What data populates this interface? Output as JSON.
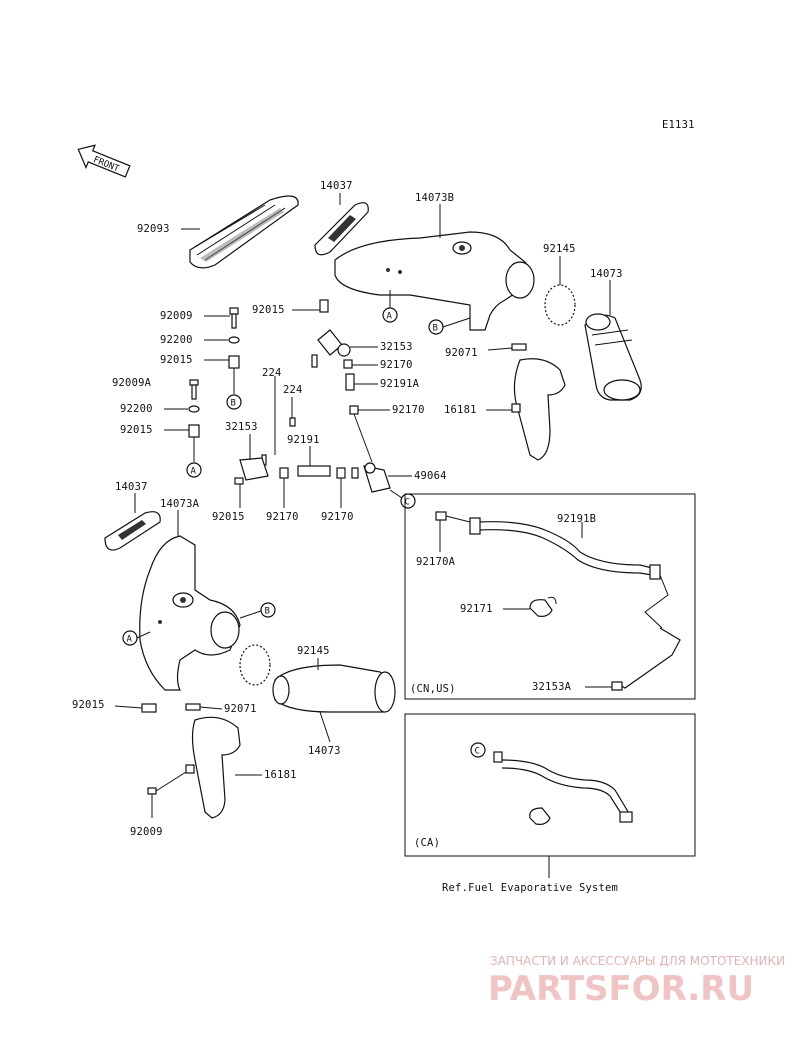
{
  "diagram_code": "E1131",
  "front_label": "FRONT",
  "callouts": {
    "n92093": "92093",
    "n14037_top": "14037",
    "n14073B": "14073B",
    "n92145_top": "92145",
    "n14073_top": "14073",
    "n92009_top": "92009",
    "n92015_upper": "92015",
    "n92200_top": "92200",
    "n92015_a": "92015",
    "n92009A": "92009A",
    "n92200_b": "92200",
    "n92015_b": "92015",
    "n32153_top": "32153",
    "n92170_a": "92170",
    "n92191A": "92191A",
    "n92170_b": "92170",
    "n92071_top": "92071",
    "n16181_top": "16181",
    "n224_a": "224",
    "n224_b": "224",
    "n32153_mid": "32153",
    "n92191": "92191",
    "n49064": "49064",
    "n92015_c": "92015",
    "n92170_c": "92170",
    "n92170_d": "92170",
    "n14037_left": "14037",
    "n14073A": "14073A",
    "n92015_left": "92015",
    "n92071_left": "92071",
    "n92145_bottom": "92145",
    "n14073_bottom": "14073",
    "n16181_bottom": "16181",
    "n92009_bottom": "92009",
    "n92170A": "92170A",
    "n92191B": "92191B",
    "n92171": "92171",
    "n32153A": "32153A"
  },
  "markers": {
    "A_top": "A",
    "B_top": "B",
    "B_side": "B",
    "A_side": "A",
    "A_left": "A",
    "B_left": "B",
    "C_main": "C",
    "C_box": "C"
  },
  "boxes": {
    "cn_us": "(CN,US)",
    "ca": "(CA)"
  },
  "reference": "Ref.Fuel Evaporative System",
  "watermark": {
    "line1": "ЗАПЧАСТИ И АКСЕССУАРЫ ДЛЯ МОТОТЕХНИКИ",
    "line2": "PARTSFOR.RU"
  }
}
